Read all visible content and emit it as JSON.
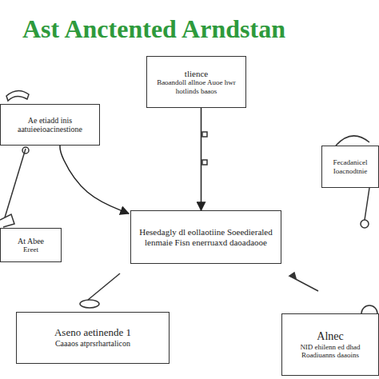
{
  "diagram": {
    "title": "Ast Anctented Arndstan",
    "nodes": [
      {
        "text": [
          "tlience",
          "Baoandoll allnoe Auoe hwr hotlinds baaos"
        ]
      },
      {
        "text": [
          "Ae etiadd inis aatuieeioacinestione"
        ]
      },
      {
        "text": [
          "Fecadanicel Ioacnodtnie"
        ]
      },
      {
        "text": [
          "Hesedagly dl eollaotiine Soeedieraled lenmaie Fisn enerruaxd daoadaooe"
        ]
      },
      {
        "text": [
          "At Abee",
          "Ereet"
        ]
      },
      {
        "text": [
          "Aseno aetinende 1",
          "Caaaos atprsrhartalicon"
        ]
      },
      {
        "text": [
          "Alnec",
          "NID ehilenn ed dhad Roadiuanns daaoins"
        ]
      }
    ],
    "edges": [
      {
        "from": 0,
        "to": 3,
        "arrow": "to"
      },
      {
        "from": 1,
        "to": 3,
        "arrow": "to"
      }
    ]
  }
}
